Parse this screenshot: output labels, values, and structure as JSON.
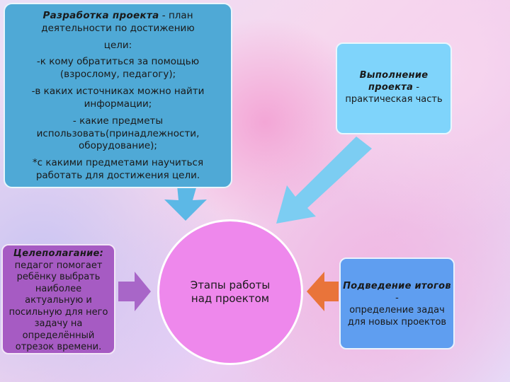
{
  "development": {
    "title": "Разработка проекта",
    "title_rest": " - план деятельности по достижению",
    "line_goal": "цели:",
    "item1": "-к кому обратиться за помощью (взрослому, педагогу);",
    "item2": "-в каких источниках можно найти информации;",
    "item3": "- какие предметы использовать(принадлежности, оборудование);",
    "item4": "*с какими предметами научиться работать для достижения цели."
  },
  "execution": {
    "title": "Выполнение проекта",
    "title_rest": " -",
    "text": "практическая часть"
  },
  "goal_setting": {
    "title": "Целеполагание:",
    "text": "педагог помогает ребёнку выбрать наиболее актуальную и посильную для него задачу на определённый отрезок времени."
  },
  "results": {
    "title": "Подведение итогов",
    "title_rest": " -",
    "text": "определение задач для новых проектов"
  },
  "center": {
    "text": "Этапы работы над проектом"
  },
  "colors": {
    "development_box": "#4fa9d6",
    "execution_box": "#7fd4fb",
    "goal_box": "#a65bc3",
    "results_box": "#5f9ef0",
    "center_circle": "#ee88ec",
    "arrow_blue": "#5cb8e6",
    "arrow_purple": "#a866c8",
    "arrow_orange": "#e9743a"
  }
}
